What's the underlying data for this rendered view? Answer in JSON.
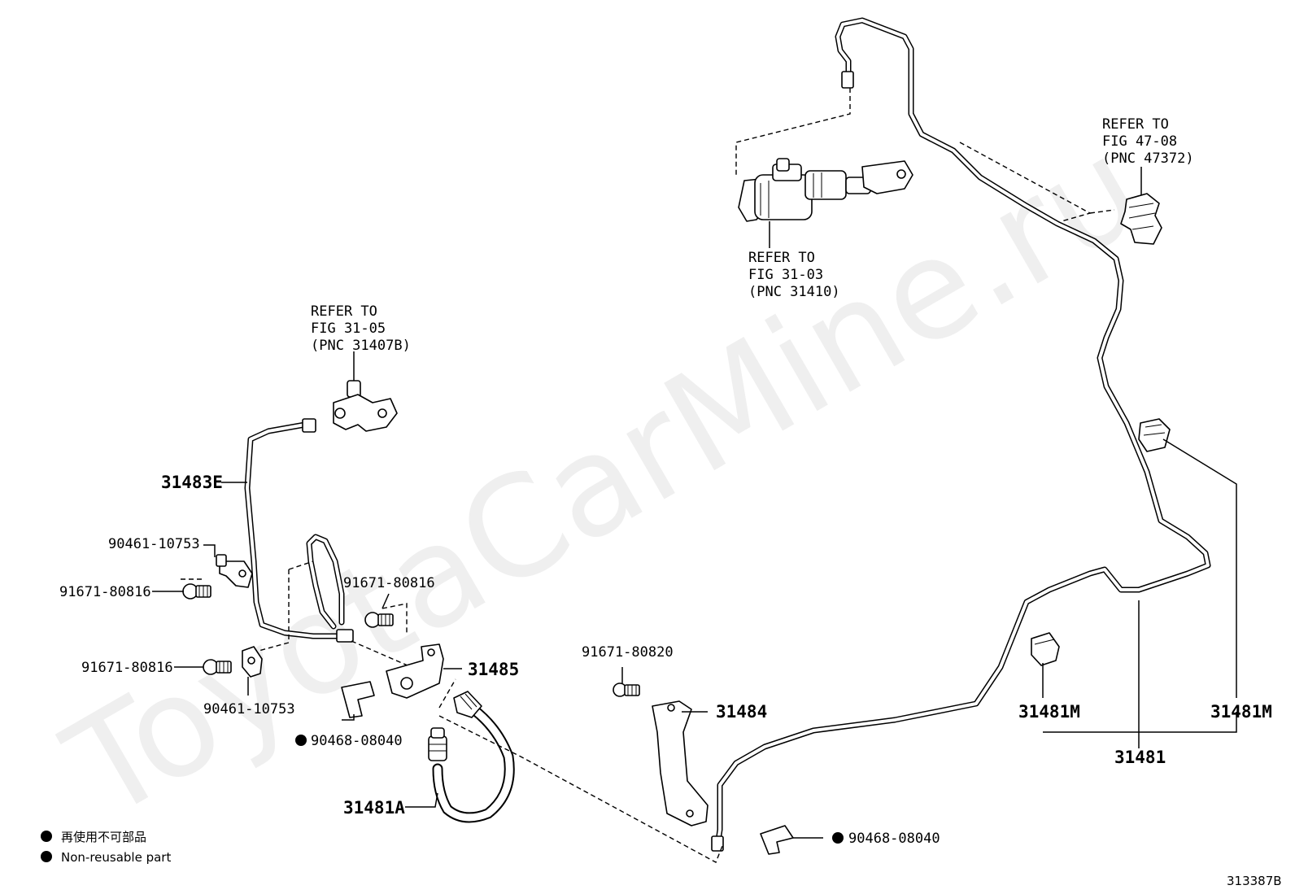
{
  "watermark": "ToyotaCarMine.ru",
  "refs": {
    "ref1": [
      "REFER TO",
      "FIG 31-05",
      "(PNC 31407B)"
    ],
    "ref2": [
      "REFER TO",
      "FIG 31-03",
      "(PNC 31410)"
    ],
    "ref3": [
      "REFER TO",
      "FIG 47-08",
      "(PNC 47372)"
    ]
  },
  "parts": {
    "p31483E": "31483E",
    "p90461_a": "90461-10753",
    "p91671_a": "91671-80816",
    "p91671_b": "91671-80816",
    "p91671_c": "91671-80816",
    "p90461_b": "90461-10753",
    "p31485": "31485",
    "p90468_a": "90468-08040",
    "p31481A": "31481A",
    "p91671_d": "91671-80820",
    "p31484": "31484",
    "p90468_b": "90468-08040",
    "p31481M_a": "31481M",
    "p31481M_b": "31481M",
    "p31481": "31481"
  },
  "legend": {
    "jp": "再使用不可部品",
    "en": "Non-reusable part"
  },
  "diagram_code": "313387B"
}
